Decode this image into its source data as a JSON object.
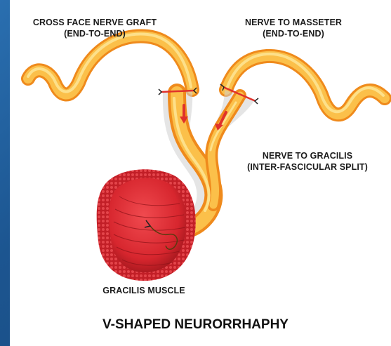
{
  "labels": {
    "cross_face_line1": "CROSS FACE NERVE GRAFT",
    "cross_face_line2": "(END-TO-END)",
    "masseter_line1": "NERVE TO MASSETER",
    "masseter_line2": "(END-TO-END)",
    "gracilis_nerve_line1": "NERVE TO GRACILIS",
    "gracilis_nerve_line2": "(INTER-FASCICULAR SPLIT)",
    "muscle": "GRACILIS MUSCLE"
  },
  "caption": "V-SHAPED NEURORRHAPHY",
  "colors": {
    "background": "#1e5a96",
    "panel": "#ffffff",
    "nerve_light": "#fde08a",
    "nerve_mid": "#f9b233",
    "nerve_dark": "#ef8a1c",
    "muscle": "#d7262e",
    "muscle_dark": "#8e1218",
    "suture_line": "#e0312b",
    "text": "#1b1b1b"
  }
}
